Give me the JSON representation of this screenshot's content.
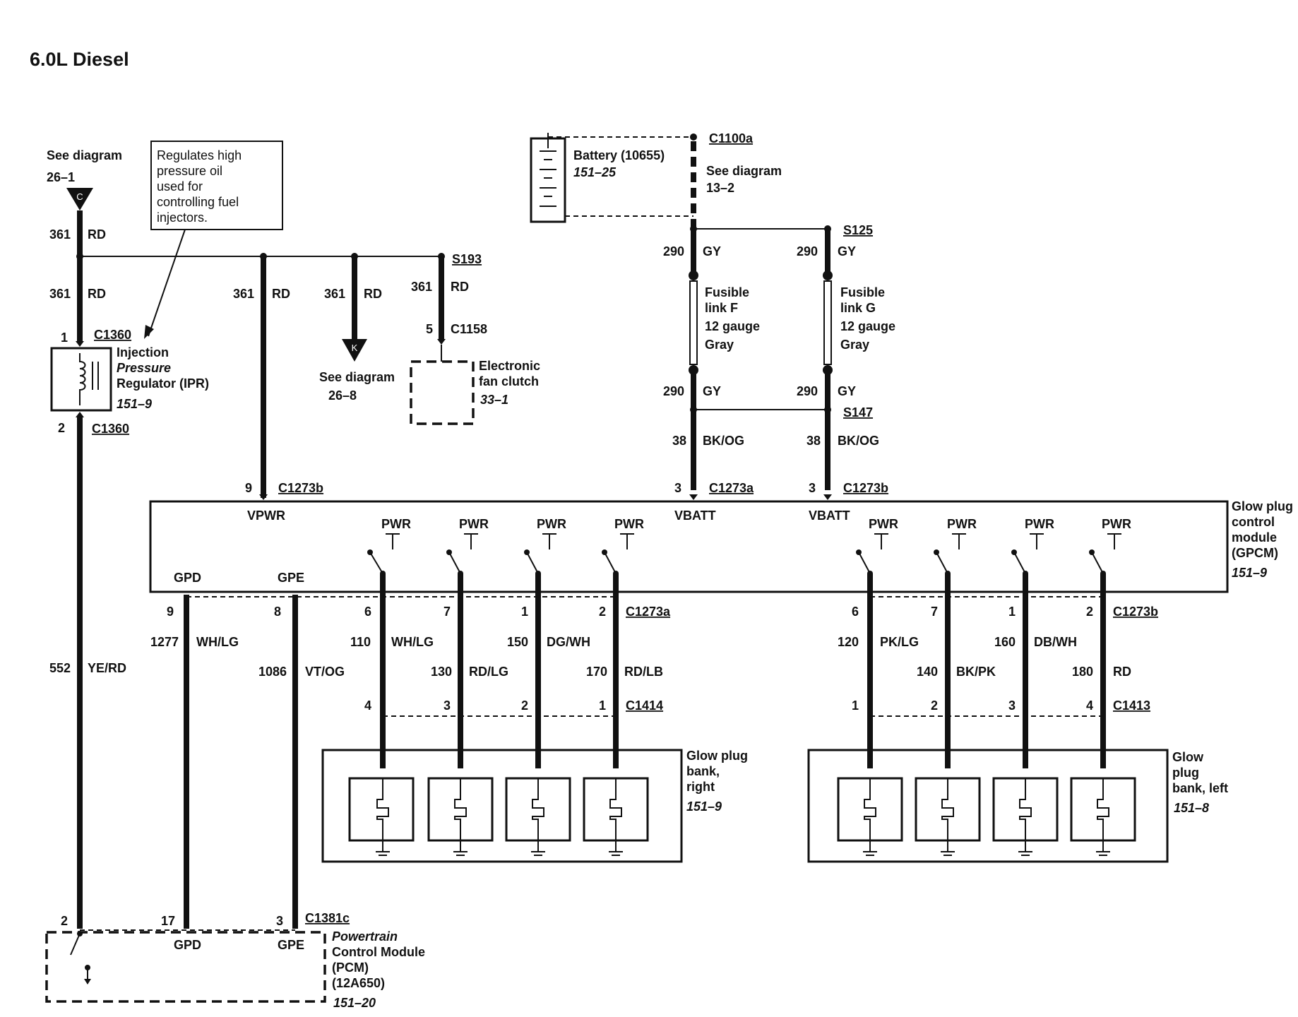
{
  "title": "6.0L Diesel",
  "refs": {
    "see_diagram": "See diagram",
    "ref_top_left": "26–1",
    "ref_left_arrow": "26–8",
    "ref_battery": "13–2",
    "connector_c": "C",
    "connector_k": "K"
  },
  "note": [
    "Regulates high",
    "pressure oil",
    "used for",
    "controlling fuel",
    "injectors."
  ],
  "battery": {
    "name": "Battery (10655)",
    "page": "151–25",
    "connector": "C1100a"
  },
  "ipr": {
    "name": [
      "Injection",
      "Pressure",
      "Regulator (IPR)"
    ],
    "page": "151–9",
    "connector": "C1360",
    "pin_top": "1",
    "pin_bottom": "2"
  },
  "fan_clutch": {
    "name": [
      "Electronic",
      "fan clutch"
    ],
    "page": "33–1",
    "connector": "C1158",
    "pin": "5"
  },
  "splices": {
    "s193": "S193",
    "s125": "S125",
    "s147": "S147"
  },
  "wires": {
    "w361": "361",
    "rd": "RD",
    "w290": "290",
    "gy": "GY",
    "w38": "38",
    "bkog": "BK/OG",
    "w552": "552",
    "yerd": "YE/RD",
    "w1277": "1277",
    "whlg": "WH/LG",
    "w1086": "1086",
    "vtog": "VT/OG",
    "w110": "110",
    "w130": "130",
    "rdlg": "RD/LG",
    "w150": "150",
    "dgwh": "DG/WH",
    "w170": "170",
    "rdlb": "RD/LB",
    "w120": "120",
    "pklg": "PK/LG",
    "w140": "140",
    "bkpk": "BK/PK",
    "w160": "160",
    "dbwh": "DB/WH",
    "w180": "180"
  },
  "fusible": {
    "f_name": [
      "Fusible",
      "link F"
    ],
    "g_name": [
      "Fusible",
      "link G"
    ],
    "gauge": "12 gauge",
    "color": "Gray"
  },
  "connectors": {
    "c1273a": "C1273a",
    "c1273b": "C1273b",
    "c1414": "C1414",
    "c1413": "C1413",
    "c1381c": "C1381c"
  },
  "pins": {
    "p9": "9",
    "p3": "3",
    "p8": "8",
    "p6": "6",
    "p7": "7",
    "p1": "1",
    "p2": "2",
    "p4": "4",
    "p17": "17"
  },
  "gpcm": {
    "name": [
      "Glow plug",
      "control",
      "module",
      "(GPCM)"
    ],
    "page": "151–9",
    "vpwr": "VPWR",
    "vbatt": "VBATT",
    "pwr": "PWR",
    "gpd": "GPD",
    "gpe": "GPE"
  },
  "bank_right": {
    "name": [
      "Glow plug",
      "bank,",
      "right"
    ],
    "page": "151–9"
  },
  "bank_left": {
    "name": [
      "Glow",
      "plug",
      "bank, left"
    ],
    "page": "151–8"
  },
  "pcm": {
    "name": [
      "Powertrain",
      "Control Module",
      "(PCM)",
      "(12A650)"
    ],
    "page": "151–20",
    "gpd": "GPD",
    "gpe": "GPE"
  }
}
